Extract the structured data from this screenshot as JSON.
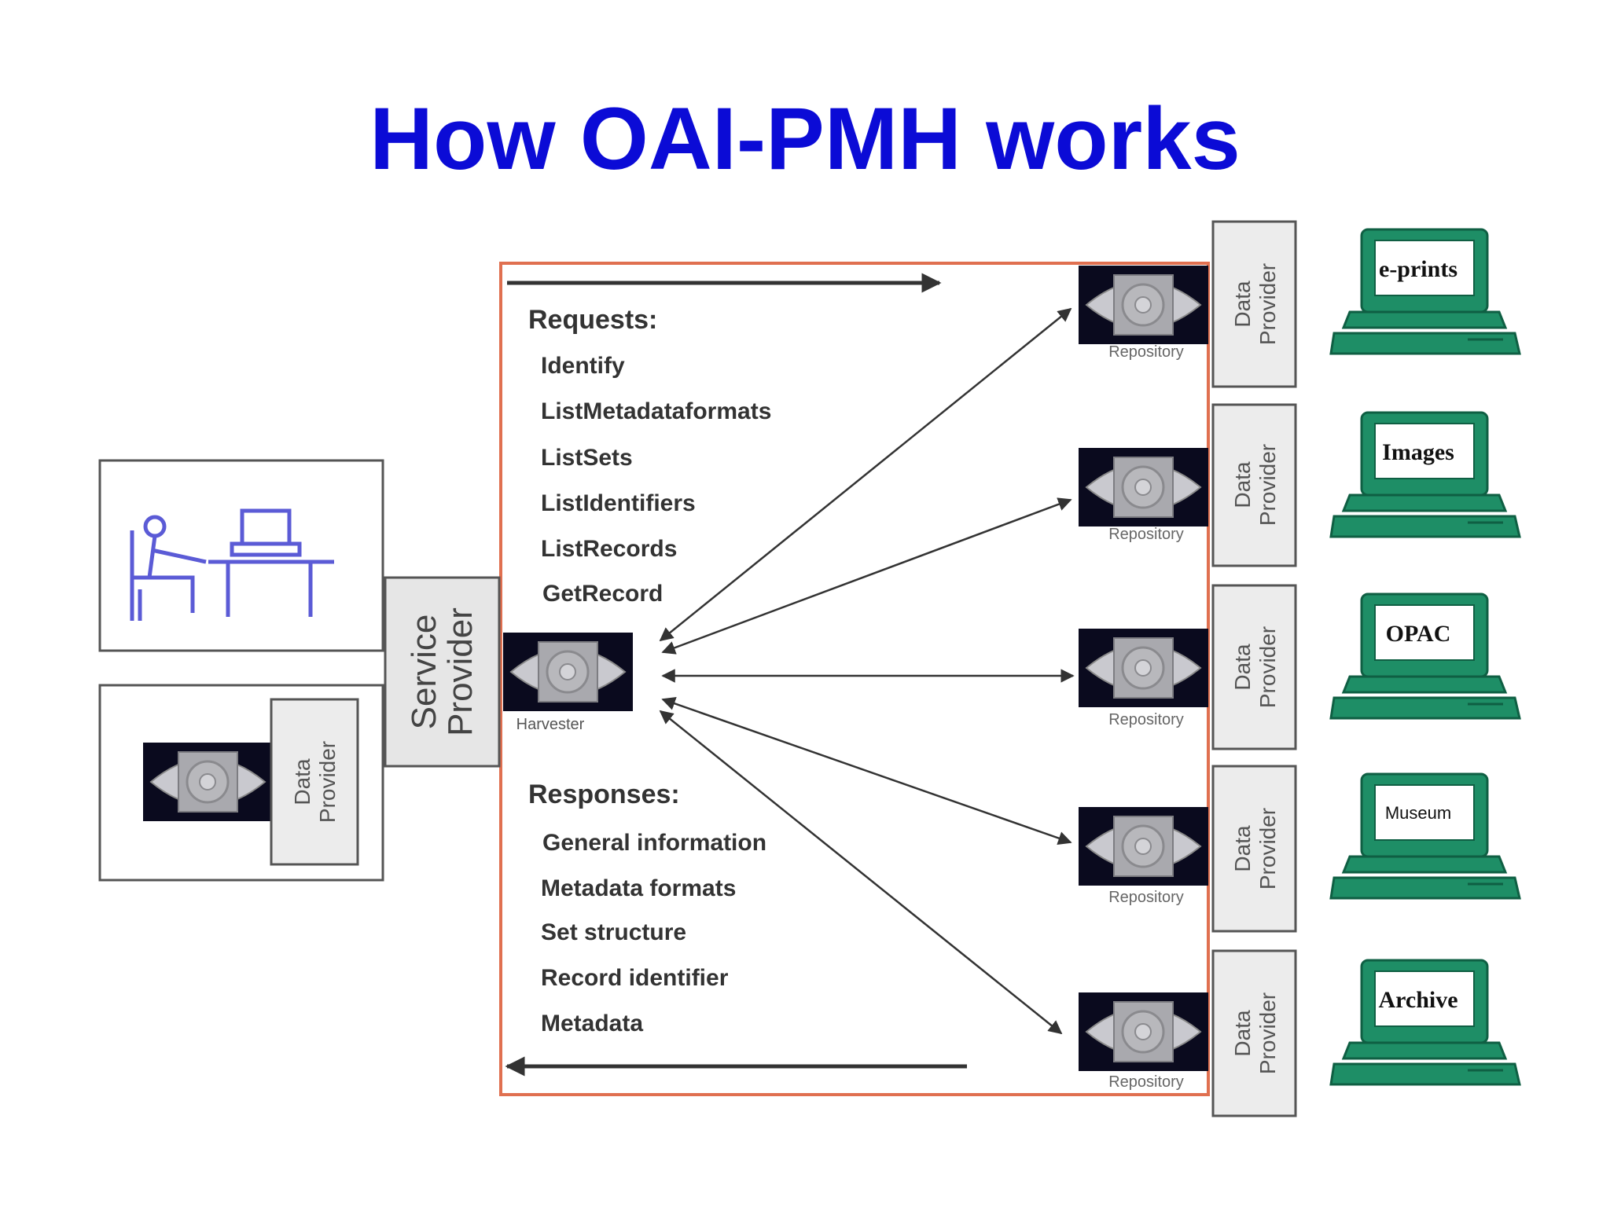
{
  "slide": {
    "title": "How OAI-PMH works",
    "title_color": "#0b0bd6"
  },
  "left": {
    "service_provider": [
      "Service",
      "Provider"
    ],
    "local_data_provider": [
      "Data",
      "Provider"
    ]
  },
  "harvester_label": "Harvester",
  "requests": {
    "heading": "Requests:",
    "items": [
      "Identify",
      "ListMetadataformats",
      "ListSets",
      "ListIdentifiers",
      "ListRecords",
      "GetRecord"
    ]
  },
  "responses": {
    "heading": "Responses:",
    "items": [
      "General information",
      "Metadata formats",
      "Set structure",
      "Record identifier",
      "Metadata"
    ]
  },
  "repository_label": "Repository",
  "data_provider_label": [
    "Data",
    "Provider"
  ],
  "terminals": [
    "e-prints",
    "Images",
    "OPAC",
    "Museum",
    "Archive"
  ],
  "colors": {
    "frame": "#e07050",
    "terminal": "#1e8e66",
    "terminal_dark": "#0f5f43",
    "user_icon": "#5b5bd6",
    "box_fill": "#e6e6e6"
  },
  "icons": [
    "user-at-desk-icon",
    "repository-eye-icon",
    "harvester-eye-icon",
    "terminal-icon",
    "arrow-icon"
  ]
}
